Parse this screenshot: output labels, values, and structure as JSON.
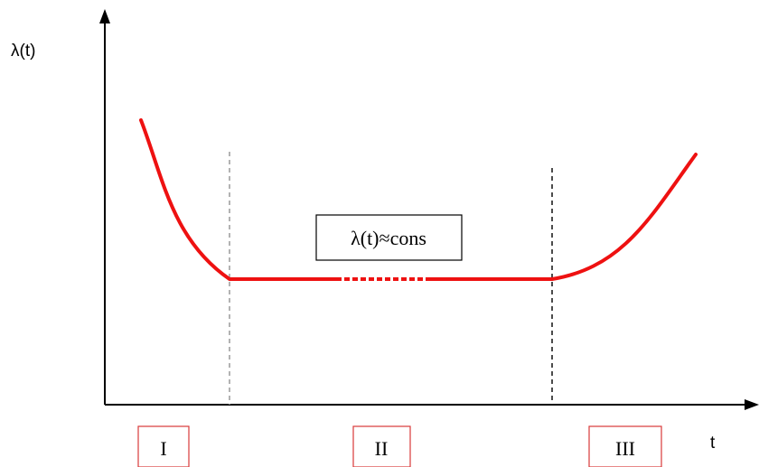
{
  "colors": {
    "curve": "#ee1111",
    "axis": "#000000",
    "divider_left": "#9a9a9a",
    "divider_right": "#111111",
    "region_box": "#d93a3a",
    "annotation_box": "#000000"
  },
  "chart_data": {
    "type": "line",
    "title": "",
    "ylabel": "λ(t)",
    "xlabel": "t",
    "grid": false,
    "legend": "none",
    "annotation": "λ(t)≈cons",
    "regions": [
      "I",
      "II",
      "III"
    ]
  }
}
